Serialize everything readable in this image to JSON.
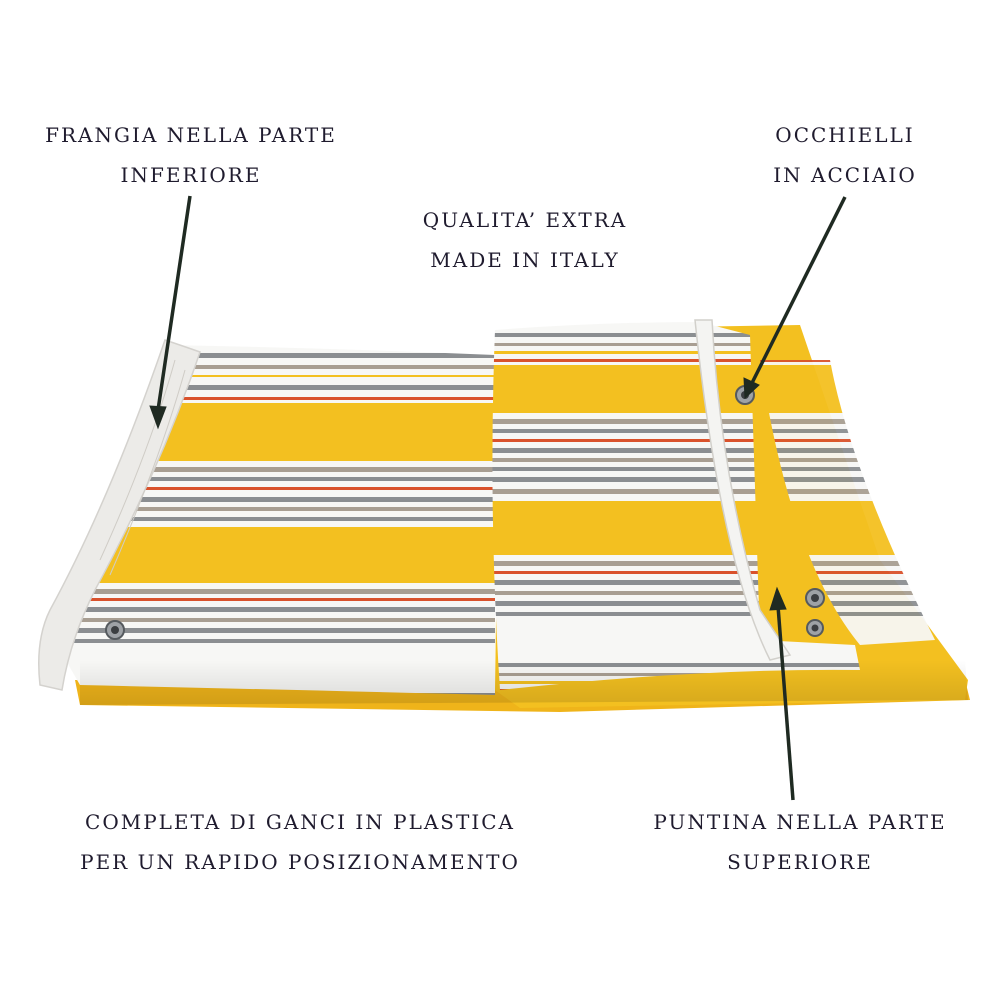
{
  "annotations": {
    "fringe": {
      "line1": "FRANGIA NELLA PARTE",
      "line2": "INFERIORE"
    },
    "quality": {
      "line1": "QUALITA’ EXTRA",
      "line2": "MADE IN ITALY"
    },
    "eyelets": {
      "line1": "OCCHIELLI",
      "line2": "IN ACCIAIO"
    },
    "hooks": {
      "line1": "COMPLETA DI GANCI IN PLASTICA",
      "line2": "PER UN RAPIDO POSIZIONAMENTO"
    },
    "tack": {
      "line1": "PUNTINA NELLA PARTE",
      "line2": "SUPERIORE"
    }
  },
  "colors": {
    "text": "#1f1b2e",
    "yellow": "#f3c020",
    "white": "#f7f7f5",
    "grey": "#7f8386",
    "taupe": "#a89e92",
    "red": "#d9522c"
  }
}
